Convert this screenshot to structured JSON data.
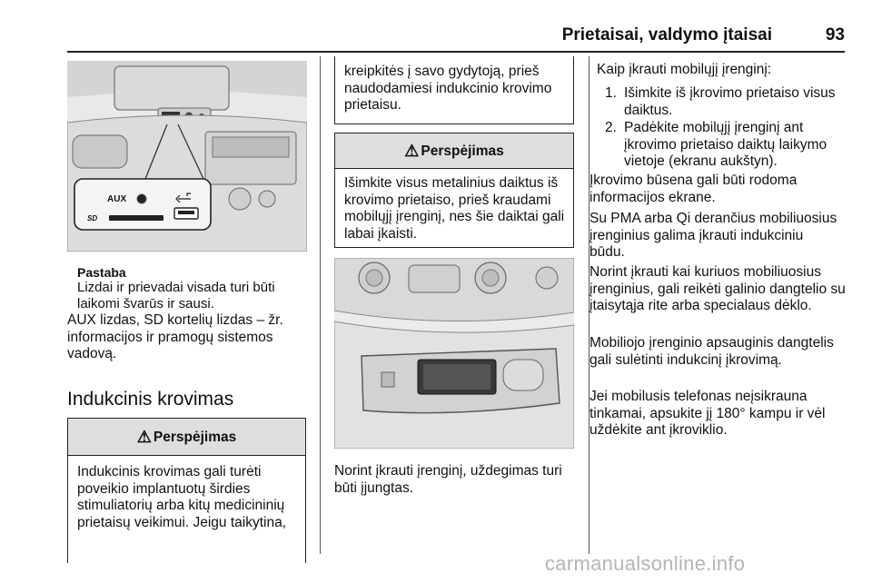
{
  "header": {
    "title": "Prietaisai, valdymo įtaisai",
    "page_number": "93"
  },
  "figure_aux": {
    "aux_label": "AUX"
  },
  "note": {
    "title": "Pastaba",
    "body": "Lizdai ir prievadai visada turi būti laikomi švarūs ir sausi."
  },
  "col1": {
    "aux_text": "AUX lizdas, SD kortelių lizdas – žr. informacijos ir pramogų sistemos vadovą.",
    "heading": "Indukcinis krovimas"
  },
  "warning1": {
    "symbol": "⚠",
    "title": "Perspėjimas",
    "body": "Indukcinis krovimas gali turėti poveikio implantuotų širdies stimuliatorių arba kitų medicininių prietaisų veikimui. Jeigu taikytina, kreipkitės į savo gydytoją, prieš naudodamiesi indukcinio krovimo prietaisu."
  },
  "warning2": {
    "symbol": "⚠",
    "title": "Perspėjimas",
    "body": "Išimkite visus metalinius daiktus iš krovimo prietaiso, prieš kraudami mobilųjį įrenginį, nes šie daiktai gali labai įkaisti."
  },
  "col2": {
    "ignition_text": "Norint įkrauti įrenginį, uždegimas turi būti įjungtas."
  },
  "col3": {
    "intro": "Kaip įkrauti mobilųjį įrenginį:",
    "steps": [
      {
        "num": "1.",
        "text": "Išimkite iš įkrovimo prietaiso visus daiktus."
      },
      {
        "num": "2.",
        "text": "Padėkite mobilųjį įrenginį ant įkrovimo prietaiso daiktų laikymo vietoje (ekranu aukštyn)."
      }
    ],
    "p1": "Įkrovimo būsena gali būti rodoma informacijos ekrane.",
    "p2": "Su PMA arba Qi derančius mobiliuosius įrenginius galima įkrauti indukciniu būdu.",
    "p3": "Norint įkrauti kai kuriuos mobiliuosius įrenginius, gali reikėti galinio dangtelio su įtaisytąja rite arba specialaus dėklo.",
    "p4": "Mobiliojo įrenginio apsauginis dangtelis gali sulėtinti indukcinį įkrovimą.",
    "p5": "Jei mobilusis telefonas neįsikrauna tinkamai, apsukite jį 180° kampu ir vėl uždėkite ant įkroviklio."
  },
  "watermark": "carmanualsonline.info"
}
